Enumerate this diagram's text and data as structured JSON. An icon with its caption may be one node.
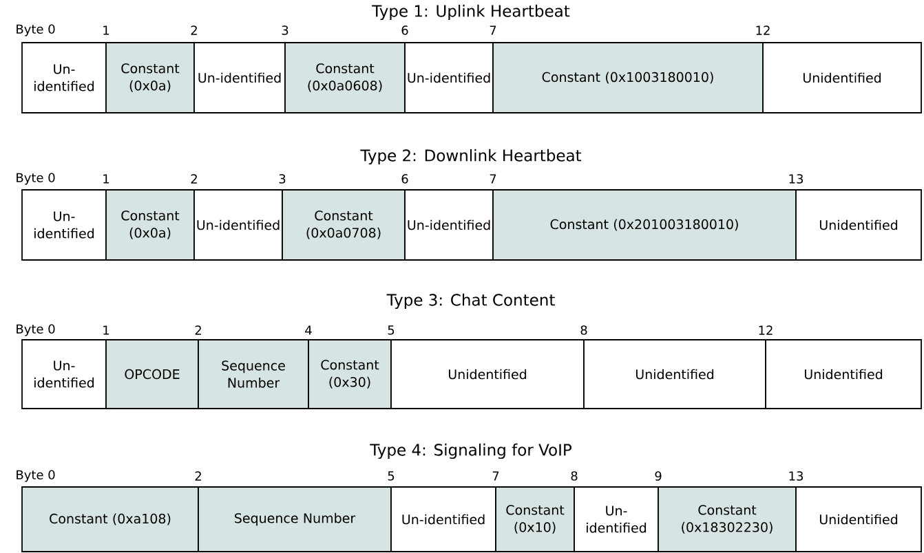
{
  "diagram": {
    "nodes": [
      {
        "text": [
          "Un-identified"
        ]
      },
      {
        "text": [
          "Constant (0x0a)"
        ]
      },
      {
        "text": [
          "Un-identified"
        ]
      },
      {
        "text": [
          "Constant (0x0a0608)"
        ]
      },
      {
        "text": [
          "Un-identified"
        ]
      },
      {
        "text": [
          "Constant (0x1003180010)"
        ]
      },
      {
        "text": [
          "Unidentified"
        ]
      },
      {
        "text": [
          "Un-identified"
        ]
      },
      {
        "text": [
          "Constant (0x0a)"
        ]
      },
      {
        "text": [
          "Un-identified"
        ]
      },
      {
        "text": [
          "Constant (0x0a0708)"
        ]
      },
      {
        "text": [
          "Un-identified"
        ]
      },
      {
        "text": [
          "Constant (0x201003180010)"
        ]
      },
      {
        "text": [
          "Unidentified"
        ]
      },
      {
        "text": [
          "Un-identified"
        ]
      },
      {
        "text": [
          "OPCODE"
        ]
      },
      {
        "text": [
          "Sequence Number"
        ]
      },
      {
        "text": [
          "Constant (0x30)"
        ]
      },
      {
        "text": [
          "Unidentified"
        ]
      },
      {
        "text": [
          "Unidentified"
        ]
      },
      {
        "text": [
          "Unidentified"
        ]
      },
      {
        "text": [
          "Constant (0xa108)"
        ]
      },
      {
        "text": [
          "Sequence Number"
        ]
      },
      {
        "text": [
          "Un-identified"
        ]
      },
      {
        "text": [
          "Constant (0x10)"
        ]
      },
      {
        "text": [
          "Un-identified"
        ]
      },
      {
        "text": [
          "Constant (0x18302230)"
        ]
      },
      {
        "text": [
          "Unidentified"
        ]
      }
    ],
    "labels": [
      "Type 1: Uplink Heartbeat",
      "Byte 0",
      "1",
      "2",
      "3",
      "6",
      "7",
      "12",
      "Type 2: Downlink Heartbeat",
      "Byte 0",
      "1",
      "2",
      "3",
      "6",
      "7",
      "13",
      "Type 3: Chat Content",
      "Byte 0",
      "1",
      "2",
      "4",
      "5",
      "8",
      "12",
      "Type 4: Signaling for VoIP",
      "Byte 0",
      "2",
      "5",
      "7",
      "8",
      "9",
      "13"
    ]
  }
}
